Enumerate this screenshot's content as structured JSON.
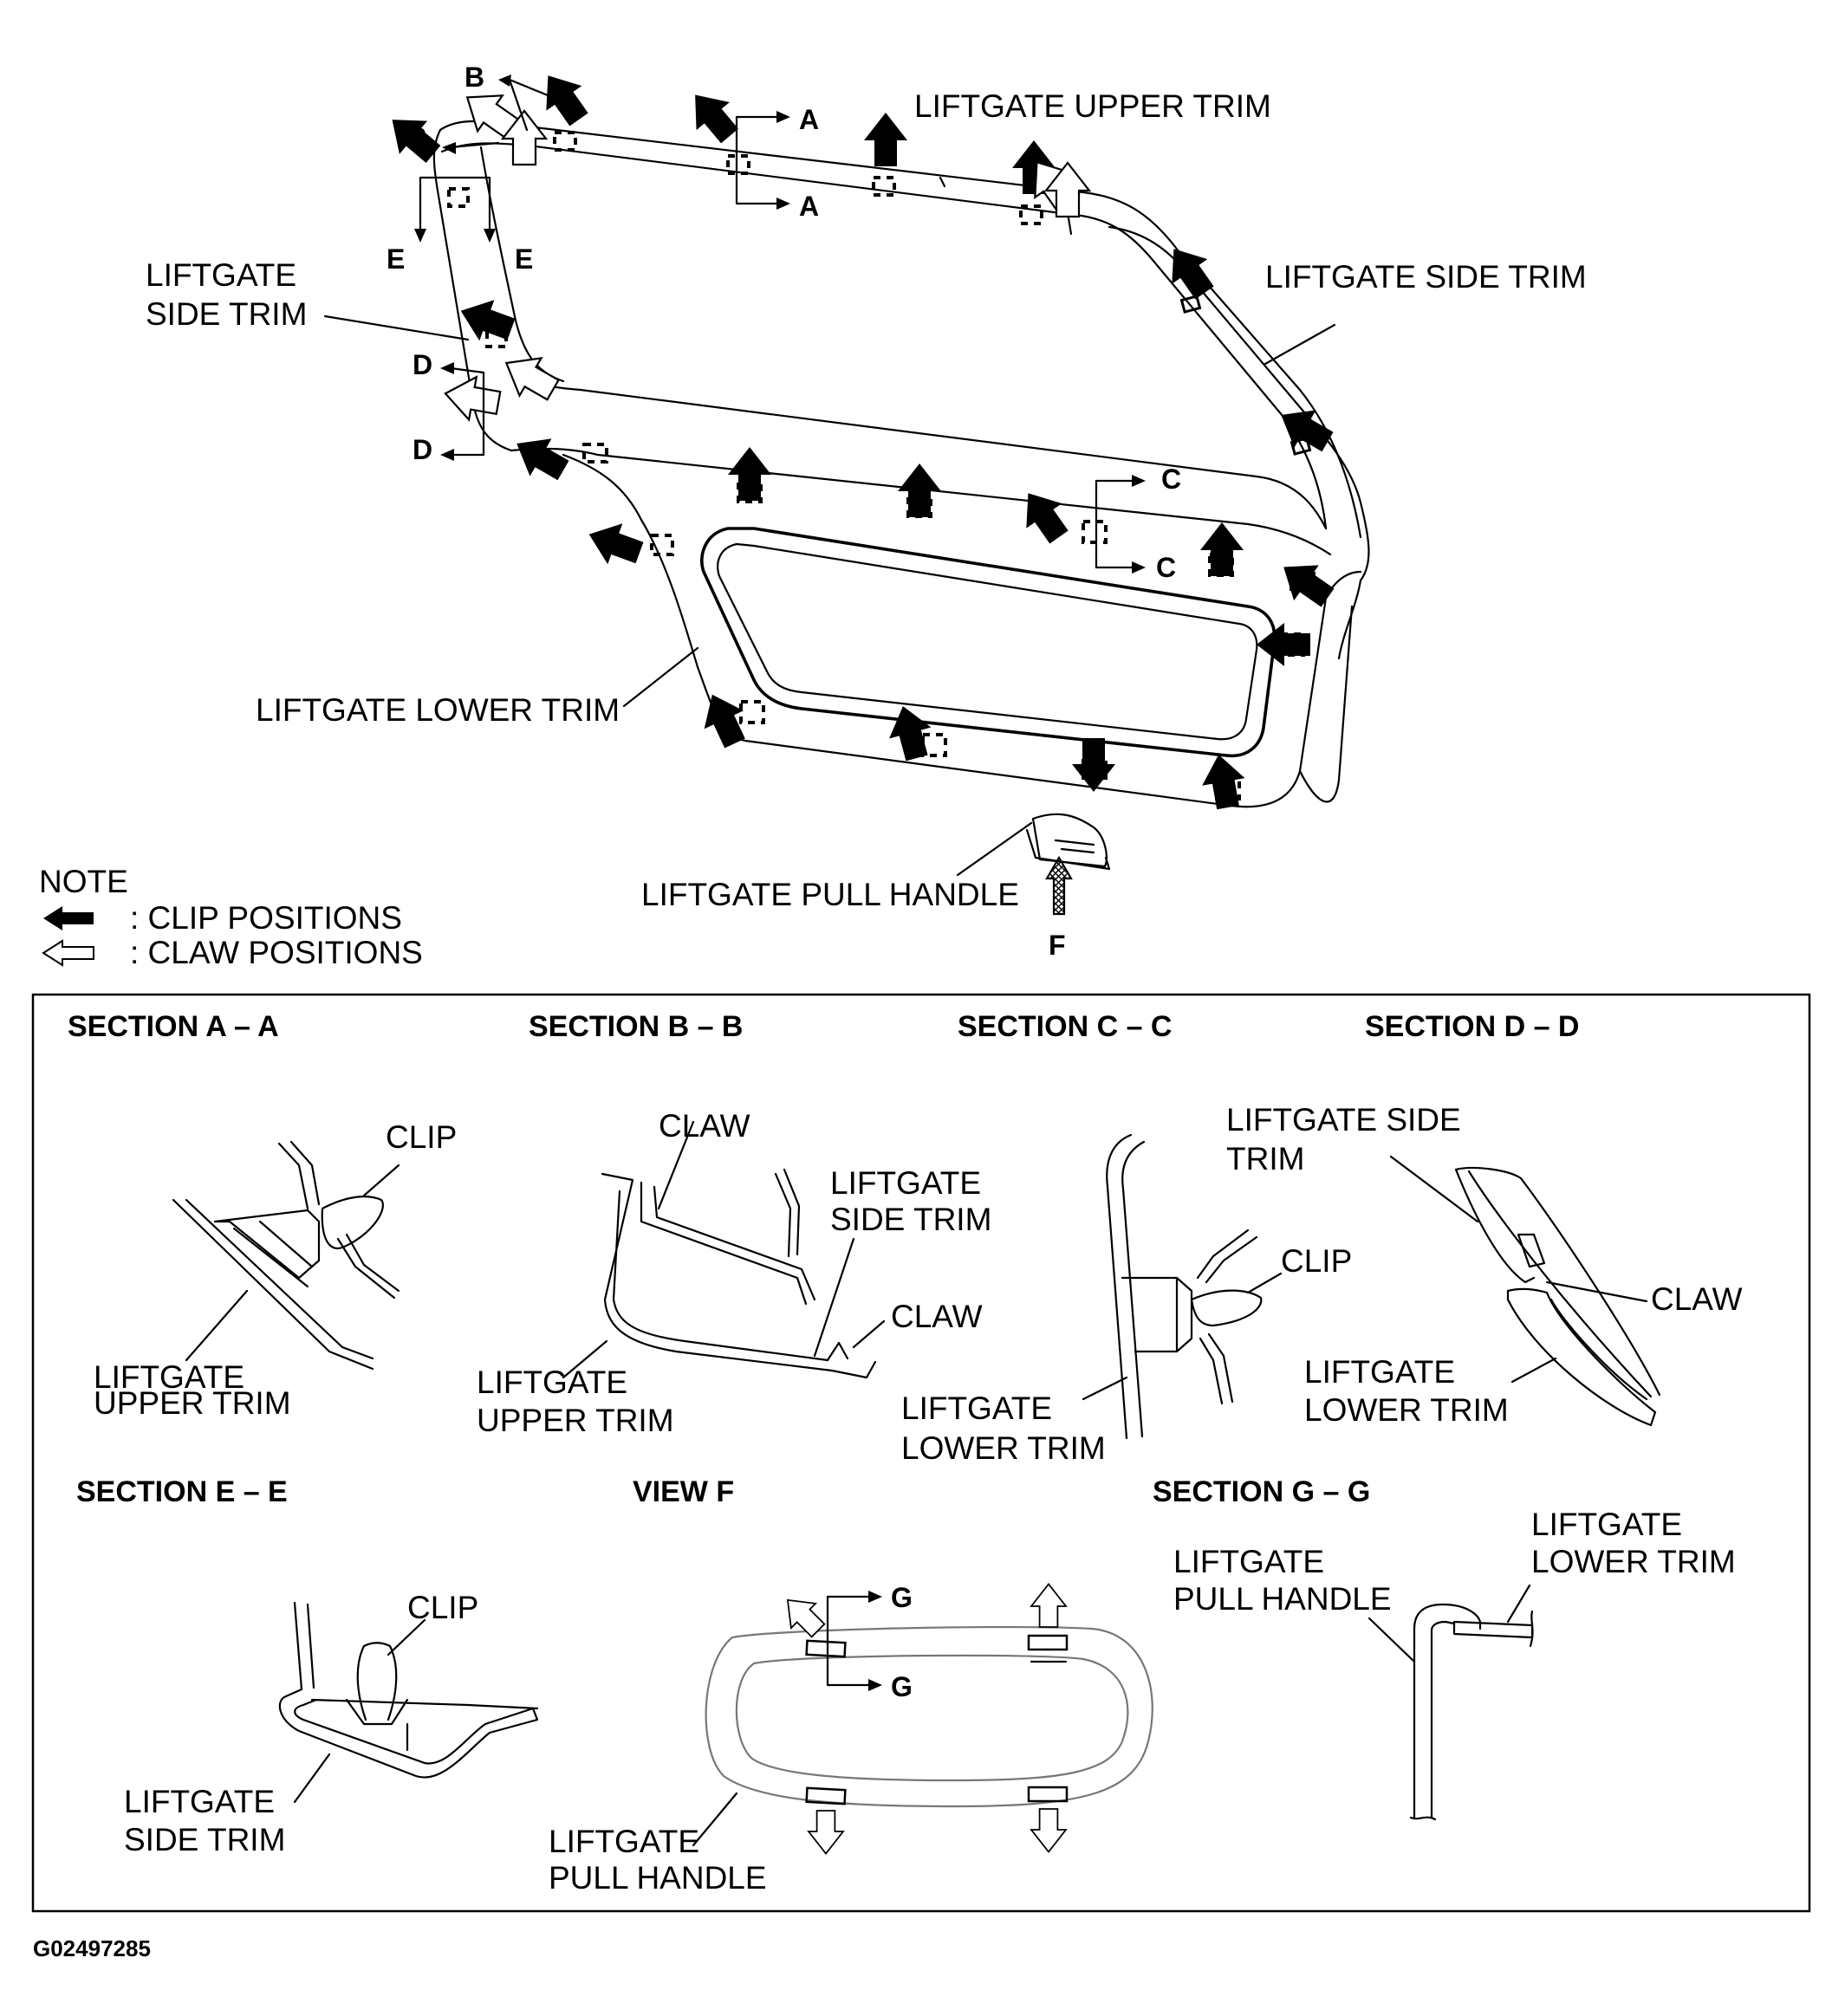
{
  "labels": {
    "upper_trim": "LIFTGATE UPPER TRIM",
    "side_trim_right": "LIFTGATE SIDE TRIM",
    "side_trim_left_1": "LIFTGATE",
    "side_trim_left_2": "SIDE TRIM",
    "lower_trim": "LIFTGATE LOWER TRIM",
    "pull_handle": "LIFTGATE PULL HANDLE",
    "view_letter_f": "F"
  },
  "section_markers": [
    "A",
    "A",
    "B",
    "B",
    "C",
    "C",
    "D",
    "D",
    "E",
    "E"
  ],
  "legend": {
    "title": "NOTE",
    "clip": ":  CLIP POSITIONS",
    "claw": ":  CLAW POSITIONS"
  },
  "sections": {
    "a": {
      "title": "SECTION A – A",
      "clip": "CLIP",
      "trim_1": "LIFTGATE",
      "trim_2": "UPPER TRIM"
    },
    "b": {
      "title": "SECTION B – B",
      "claw_top": "CLAW",
      "side_1": "LIFTGATE",
      "side_2": "SIDE TRIM",
      "claw_right": "CLAW",
      "upper_1": "LIFTGATE",
      "upper_2": "UPPER TRIM"
    },
    "c": {
      "title": "SECTION C – C",
      "clip": "CLIP",
      "lower_1": "LIFTGATE",
      "lower_2": "LOWER TRIM"
    },
    "d": {
      "title": "SECTION D – D",
      "side_1": "LIFTGATE SIDE",
      "side_2": "TRIM",
      "claw": "CLAW",
      "lower_1": "LIFTGATE",
      "lower_2": "LOWER TRIM"
    },
    "e": {
      "title": "SECTION E – E",
      "clip": "CLIP",
      "side_1": "LIFTGATE",
      "side_2": "SIDE TRIM"
    },
    "f": {
      "title": "VIEW F",
      "g_marker_top": "G",
      "g_marker_bottom": "G",
      "handle_1": "LIFTGATE",
      "handle_2": "PULL HANDLE"
    },
    "g": {
      "title": "SECTION G – G",
      "handle_1": "LIFTGATE",
      "handle_2": "PULL HANDLE",
      "lower_1": "LIFTGATE",
      "lower_2": "LOWER TRIM"
    }
  },
  "figure_code": "G02497285"
}
